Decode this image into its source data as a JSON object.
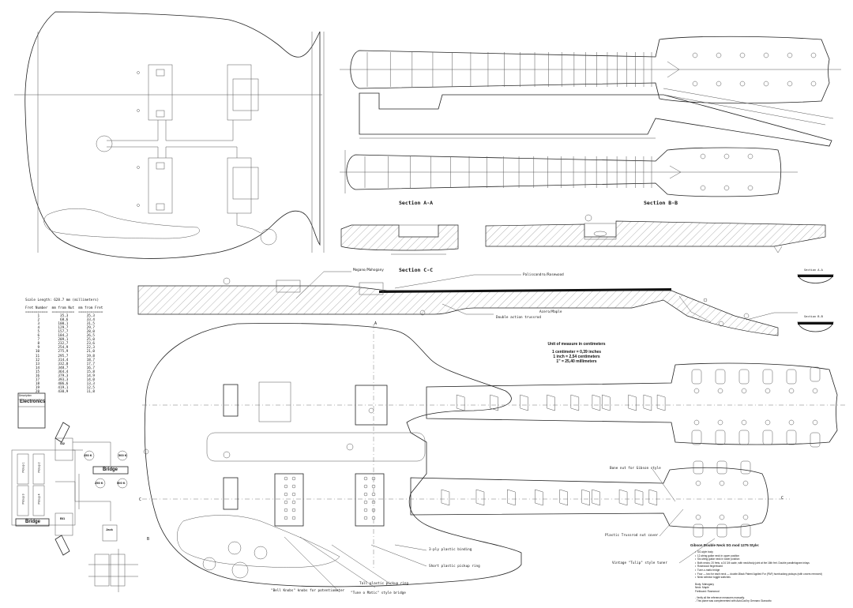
{
  "sections": {
    "aa": "Section A-A",
    "bb": "Section B-B",
    "cc": "Section C-C",
    "aa_small": "Section A-A",
    "bb_small": "Section B-B"
  },
  "callouts": {
    "mogano": "Mogano/Mahogany",
    "palissandro": "Palissandro/Rosewood",
    "truss": "Double action trussrod",
    "acero": "Acero/Maple",
    "nut": "Bone nut for Gibson style",
    "truss_cover": "Plastic Trussrod nut cover",
    "tuner": "Vintage \"Tulip\" style tuner",
    "binding": "3-ply plastic binding",
    "short_ring": "Short plastic pickup ring",
    "tall_ring": "Tall plastic pickup ring",
    "bell_knobs": "\"Bell Knobs\" knobs for potentiometer",
    "tom": "\"Tune o Matic\" style bridge"
  },
  "units": {
    "title": "Unit of measure in centimeters",
    "line1": "1 centimeter = 0,39 inches",
    "line2": "1 inch = 2,54 centimeters",
    "line3": "1\" = 25,40 millimeters"
  },
  "scale": {
    "title": "Scale Length: 628.7 mm (millimeters)",
    "header": "Fret Number  mm from Nut  mm from Fret",
    "rule": "===========  ===========  ============",
    "rows": [
      [
        "1",
        "35,3",
        "35,3"
      ],
      [
        "2",
        "68,6",
        "33,4"
      ],
      [
        "3",
        "100,1",
        "31,5"
      ],
      [
        "4",
        "129,7",
        "29,7"
      ],
      [
        "5",
        "157,7",
        "28,0"
      ],
      [
        "6",
        "184,2",
        "26,5"
      ],
      [
        "7",
        "209,1",
        "25,0"
      ],
      [
        "8",
        "232,7",
        "23,6"
      ],
      [
        "9",
        "254,9",
        "22,3"
      ],
      [
        "10",
        "275,9",
        "21,0"
      ],
      [
        "11",
        "295,7",
        "19,8"
      ],
      [
        "12",
        "314,4",
        "18,7"
      ],
      [
        "13",
        "332,0",
        "17,7"
      ],
      [
        "14",
        "348,7",
        "16,7"
      ],
      [
        "15",
        "364,4",
        "15,8"
      ],
      [
        "16",
        "379,3",
        "14,9"
      ],
      [
        "17",
        "393,3",
        "14,0"
      ],
      [
        "18",
        "406,6",
        "13,3"
      ],
      [
        "19",
        "419,1",
        "12,5"
      ],
      [
        "20",
        "430,9",
        "11,8"
      ]
    ]
  },
  "electronics": {
    "header_tag": "Description",
    "title": "Electronics",
    "pot1": "250 K",
    "pot2": "500 K",
    "pot3": "250 K",
    "pot4": "500 K",
    "bridge_upper": "Bridge",
    "bridge_lower": "Bridge",
    "jack": "Jack",
    "sw1": "SI2",
    "sw2": "BI1",
    "pickup_labels": [
      "Pickup 1",
      "Pickup 2",
      "Pickup 3",
      "Pickup 4"
    ]
  },
  "spec": {
    "title": "Gibson Double Neck SG mod 1275 Style:",
    "items": [
      "SG-style body",
      "12-string guitar neck in upper position",
      "Six-string guitar neck in lower position",
      "Both necks: 20 frets, a 24 3/4 scale, with neck/body joint at the 16th fret. Double parallelogram inlays",
      "Rosewood fingerboard",
      "Tune-o-matic bridge",
      "Four — two for each neck — double-Black Patent Applied For (PAF) humbucking pickups (with covers removed)",
      "Neck selector toggle switches"
    ],
    "materials": [
      "Body: Mahogany",
      "Neck: Maple",
      "Fretboard: Rosewood"
    ],
    "footer": [
      "- Verify all the reference measures manually.",
      "- This plane was complemented with AutoCad by Gennaro Giancotto"
    ]
  },
  "marks": {
    "a": "A",
    "b": "B",
    "c": "C"
  },
  "colors": {
    "line": "#222222",
    "fretboard": "#111111"
  }
}
